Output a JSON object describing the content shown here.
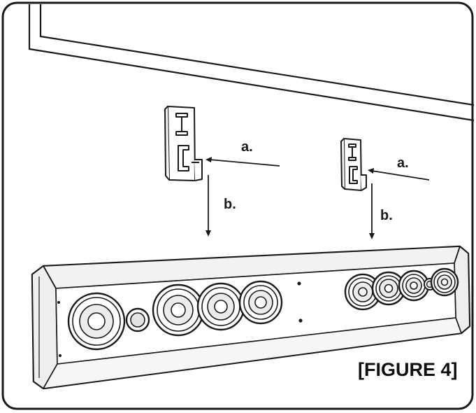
{
  "figure": {
    "caption": "[FIGURE 4]"
  },
  "left_bracket": {
    "arrow_a_label": "a.",
    "arrow_b_label": "b."
  },
  "right_bracket": {
    "arrow_a_label": "a.",
    "arrow_b_label": "b."
  },
  "colors": {
    "line": "#1a1a1a",
    "background": "#ffffff",
    "cone_fill": "#e9e9e9"
  }
}
